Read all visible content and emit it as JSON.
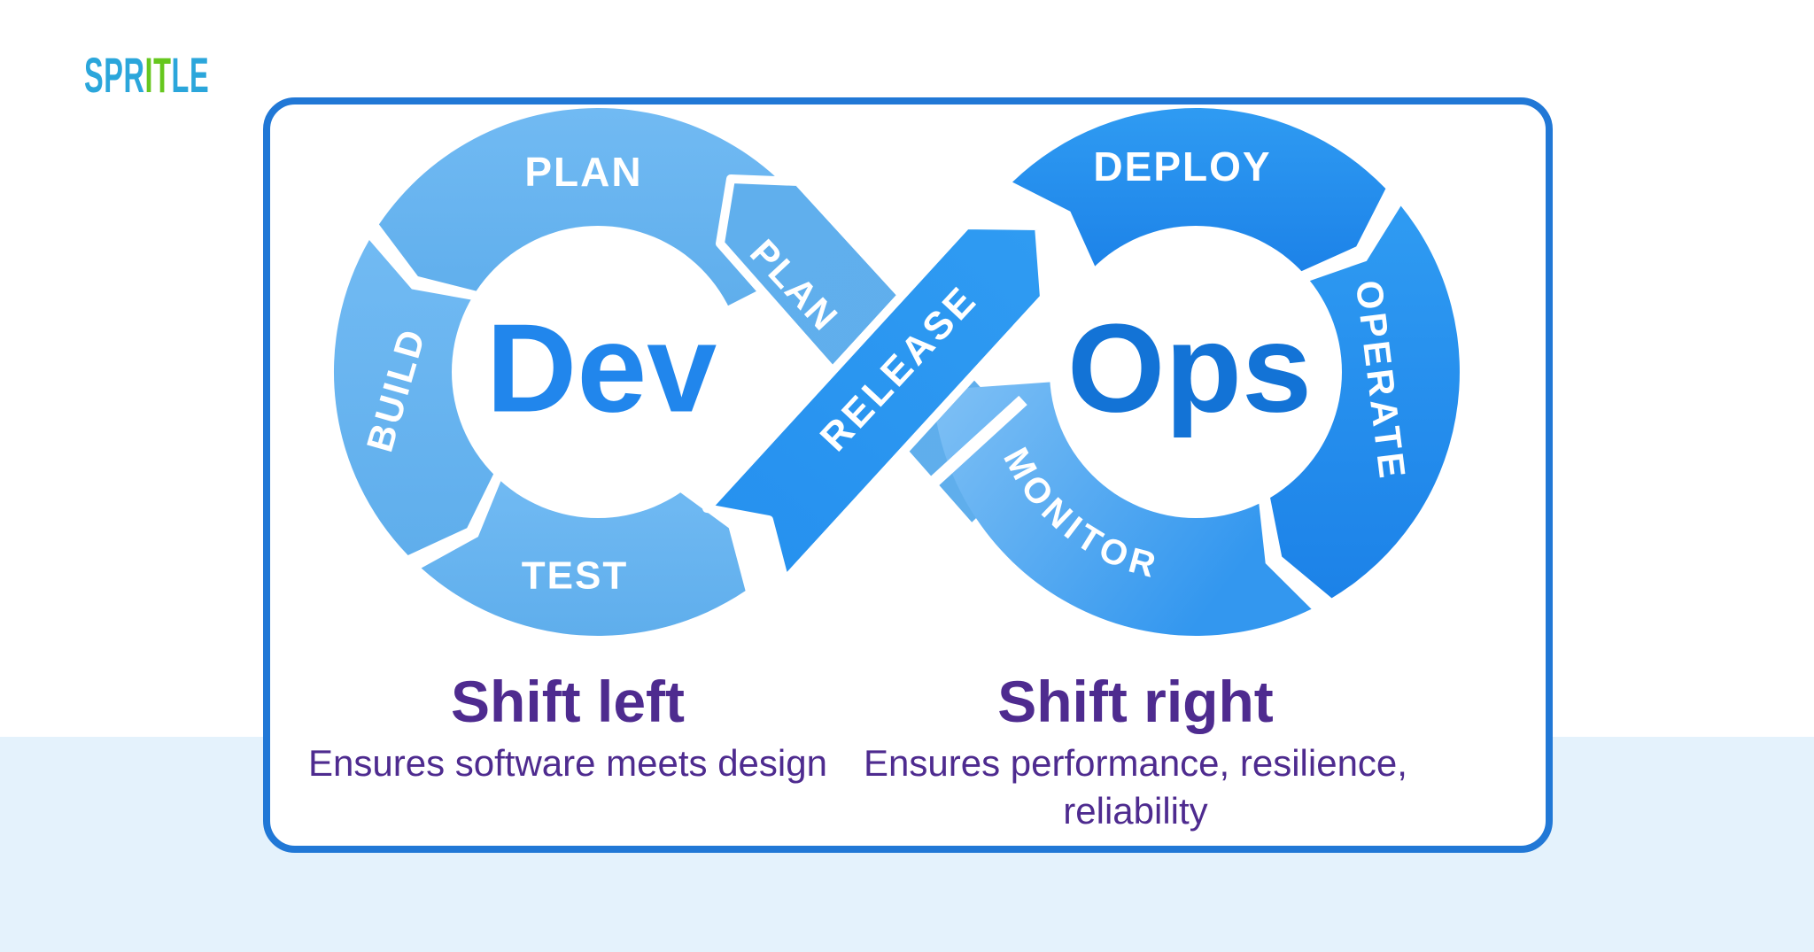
{
  "logo": {
    "part1": "SPR",
    "part2": "IT",
    "part3": "LE"
  },
  "diagram": {
    "dev_label": "Dev",
    "ops_label": "Ops",
    "segments": {
      "plan": "PLAN",
      "build": "BUILD",
      "test": "TEST",
      "plan_ribbon": "PLAN",
      "release": "RELEASE",
      "deploy": "DEPLOY",
      "operate": "OPERATE",
      "monitor": "MONITOR"
    }
  },
  "captions": {
    "left": {
      "title": "Shift left",
      "subtitle": "Ensures software meets design"
    },
    "right": {
      "title": "Shift right",
      "subtitle": "Ensures performance, resilience, reliability"
    }
  },
  "colors": {
    "logo_blue": "#2BA6DB",
    "logo_green": "#66C71E",
    "card_border": "#2178D6",
    "bottom_band": "#E4F2FC",
    "left_ring": "#5FAEEC",
    "left_ring_light": "#71BAF3",
    "right_ring": "#2F9BF2",
    "right_ring_deep": "#1C82E8",
    "monitor_light": "#79BDF4",
    "monitor_deep": "#3397EF",
    "ribbon_release": "#2691EF",
    "ribbon_plan": "#60AFED",
    "dev_text": "#2186EC",
    "ops_text": "#1373D6",
    "label_text": "#FFFFFF",
    "caption_text": "#4E2B8F"
  }
}
